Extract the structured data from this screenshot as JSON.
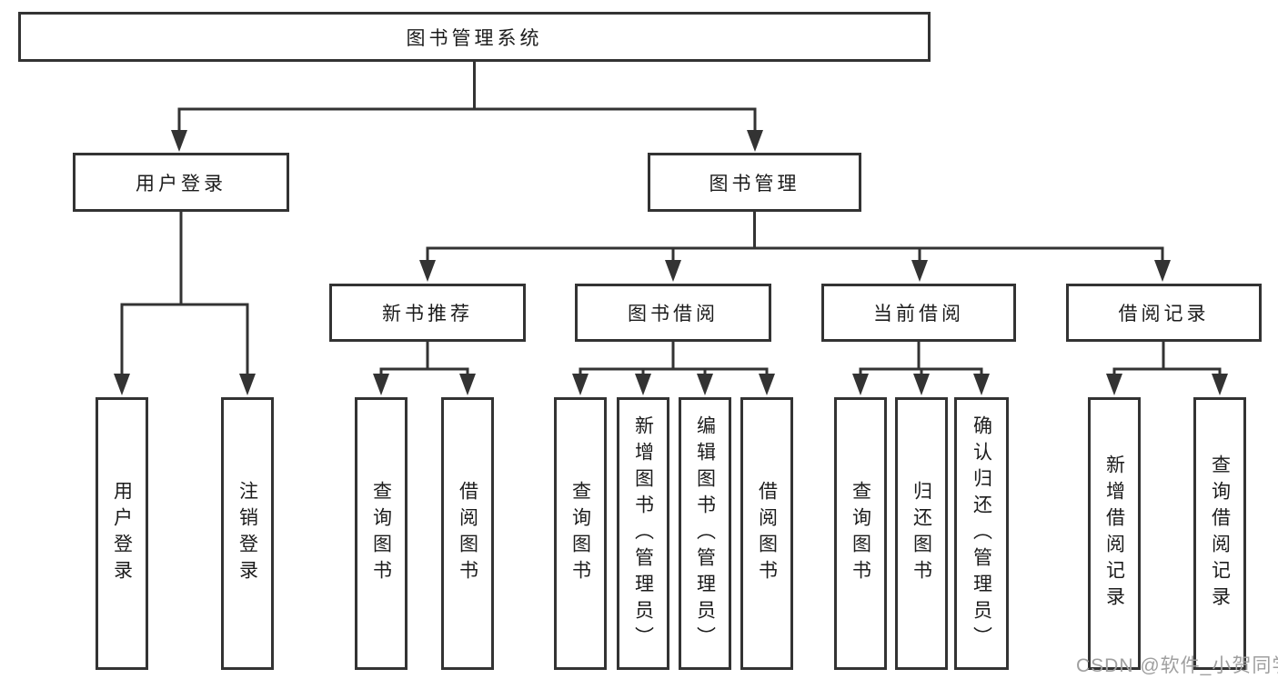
{
  "tree": {
    "label": "图书管理系统",
    "children": [
      {
        "label": "用户登录",
        "children": [
          {
            "label": "用户登录"
          },
          {
            "label": "注销登录"
          }
        ]
      },
      {
        "label": "图书管理",
        "children": [
          {
            "label": "新书推荐",
            "children": [
              {
                "label": "查询图书"
              },
              {
                "label": "借阅图书"
              }
            ]
          },
          {
            "label": "图书借阅",
            "children": [
              {
                "label": "查询图书"
              },
              {
                "label": "新增图书（管理员）"
              },
              {
                "label": "编辑图书（管理员）"
              },
              {
                "label": "借阅图书"
              }
            ]
          },
          {
            "label": "当前借阅",
            "children": [
              {
                "label": "查询图书"
              },
              {
                "label": "归还图书"
              },
              {
                "label": "确认归还（管理员）"
              }
            ]
          },
          {
            "label": "借阅记录",
            "children": [
              {
                "label": "新增借阅记录"
              },
              {
                "label": "查询借阅记录"
              }
            ]
          }
        ]
      }
    ]
  },
  "watermark": {
    "text": "CSDN @软件_小贺同学"
  },
  "colors": {
    "line": "#333333",
    "text": "#1c1c1c",
    "watermark": "#9f9f9f",
    "background": "#ffffff"
  }
}
